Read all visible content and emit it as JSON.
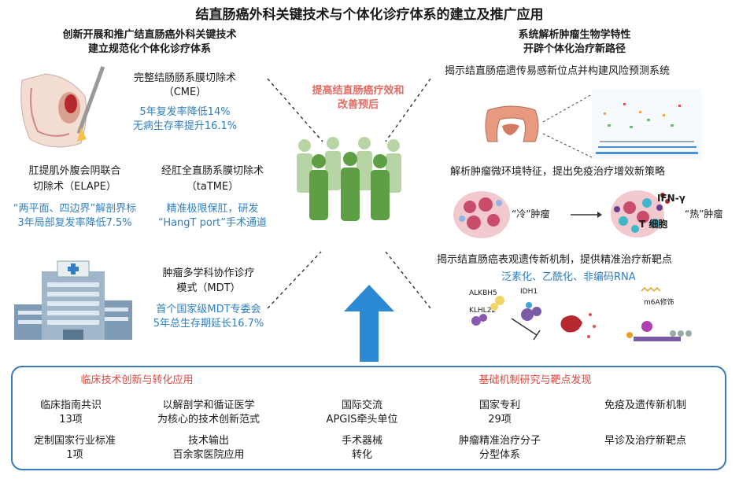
{
  "title": "结直肠癌外科关键技术与个体化诊疗体系的建立及推广应用",
  "left_heading": [
    "创新开展和推广结直肠癌外科关键技术",
    "建立规范化个体化诊疗体系"
  ],
  "right_heading": [
    "系统解析肿瘤生物学特性",
    "开辟个体化治疗新路径"
  ],
  "center_goal": [
    "提高结直肠癌疗效和",
    "改善预后"
  ],
  "cme": {
    "title": [
      "完整结肠肠系膜切除术",
      "（CME）"
    ],
    "results": [
      "5年复发率降低14%",
      "无病生存率提升16.1%"
    ]
  },
  "elape": {
    "title": [
      "肛提肌外腹会阴联合",
      "切除术（ELAPE）"
    ],
    "results": [
      "“两平面、四边界”解剖界标",
      "3年局部复发率降低7.5%"
    ]
  },
  "tatme": {
    "title": [
      "经肛全直肠系膜切除术",
      "（taTME）"
    ],
    "results": [
      "精准极限保肛，研发",
      "“HangT port”手术通道"
    ]
  },
  "mdt": {
    "title": [
      "肿瘤多学科协作诊疗",
      "模式（MDT）"
    ],
    "results": [
      "首个国家级MDT专委会",
      "5年总生存期延长16.7%"
    ]
  },
  "risk": {
    "title": "揭示结直肠癌遗传易感新位点并构建风险预测系统"
  },
  "immune": {
    "title": "解析肿瘤微环境特征，提出免疫治疗增效新策略",
    "cold": "“冷”肿瘤",
    "hot": "“热”肿瘤",
    "ifn": "IFN-γ",
    "tcell": "T 细胞"
  },
  "epi": {
    "title": "揭示结直肠癌表观遗传新机制，提供精准治疗新靶点",
    "subtitle": "泛素化、乙酰化、非编码RNA",
    "alkbh5": "ALKBH5",
    "idh1": "IDH1",
    "klhl22": "KLHL22",
    "m6a": "m6A修饰"
  },
  "bottom": {
    "left_title": "临床技术创新与转化应用",
    "right_title": "基础机制研究与靶点发现",
    "items": [
      [
        "临床指南共识",
        "13项"
      ],
      [
        "以解剖学和循证医学",
        "为核心的技术创新范式"
      ],
      [
        "国际交流",
        "APGIS牵头单位"
      ],
      [
        "国家专利",
        "29项"
      ],
      [
        "免疫及遗传新机制"
      ],
      [
        "定制国家行业标准",
        "1项"
      ],
      [
        "技术输出",
        "百余家医院应用"
      ],
      [
        "手术器械",
        "转化"
      ],
      [
        "肿瘤精准治疗分子",
        "分型体系"
      ],
      [
        "早诊及治疗新靶点"
      ]
    ]
  },
  "colors": {
    "blue": "#2f7fc1",
    "red": "#e0483e",
    "pink": "#e06d66",
    "green": "#5e9e44",
    "arrow": "#2c8ad4"
  }
}
